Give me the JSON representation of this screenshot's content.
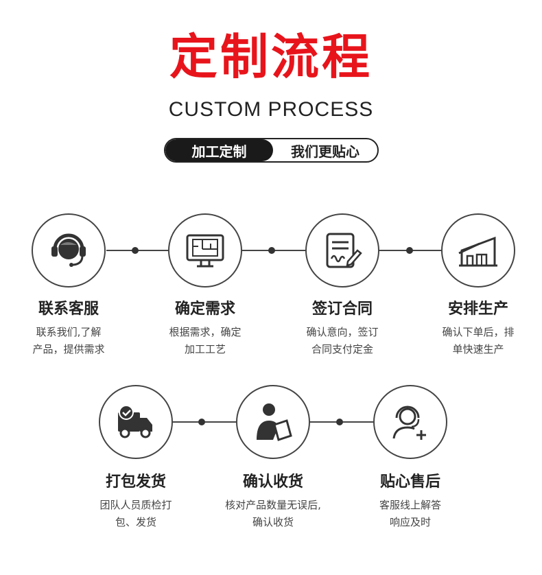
{
  "header": {
    "title": "定制流程",
    "subtitle": "CUSTOM PROCESS",
    "pill_left": "加工定制",
    "pill_right": "我们更贴心"
  },
  "colors": {
    "title_red": "#e8141b",
    "dark": "#1a1a1a",
    "line": "#444444"
  },
  "steps": [
    {
      "title": "联系客服",
      "desc": [
        "联系我们,了解",
        "产品，提供需求"
      ],
      "icon": "headset-agent-icon"
    },
    {
      "title": "确定需求",
      "desc": [
        "根据需求，确定",
        "加工工艺"
      ],
      "icon": "monitor-blueprint-icon"
    },
    {
      "title": "签订合同",
      "desc": [
        "确认意向，签订",
        "合同支付定金"
      ],
      "icon": "contract-sign-icon"
    },
    {
      "title": "安排生产",
      "desc": [
        "确认下单后，排",
        "单快速生产"
      ],
      "icon": "factory-icon"
    },
    {
      "title": "打包发货",
      "desc": [
        "团队人员质检打",
        "包、发货"
      ],
      "icon": "delivery-truck-icon"
    },
    {
      "title": "确认收货",
      "desc": [
        "核对产品数量无误后,",
        "确认收货"
      ],
      "icon": "person-clipboard-icon"
    },
    {
      "title": "贴心售后",
      "desc": [
        "客服线上解答",
        "响应及时"
      ],
      "icon": "support-person-plus-icon"
    }
  ]
}
